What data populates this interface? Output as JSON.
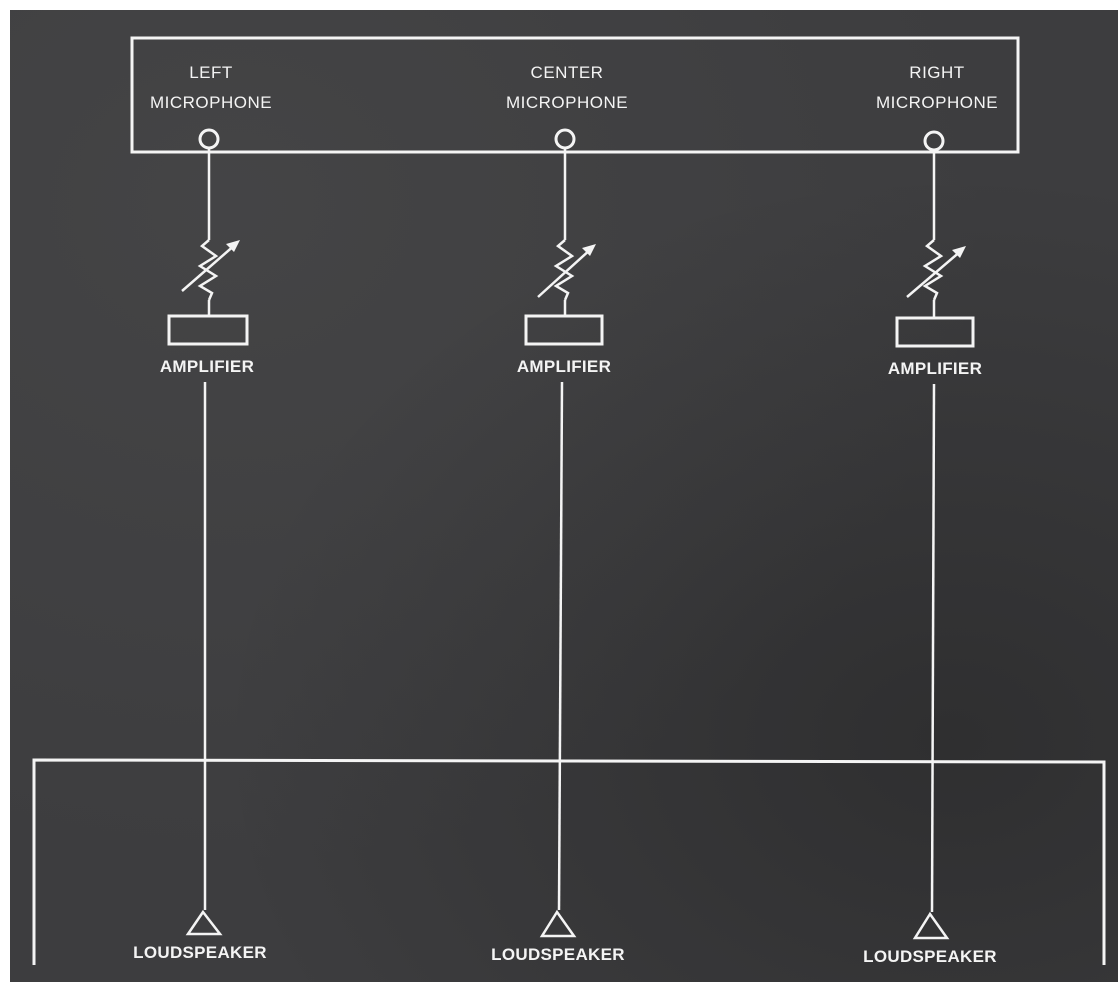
{
  "diagram": {
    "channels": [
      {
        "microphone": [
          "LEFT",
          "MICROPHONE"
        ],
        "amplifier": "AMPLIFIER",
        "loudspeaker": "LOUDSPEAKER"
      },
      {
        "microphone": [
          "CENTER",
          "MICROPHONE"
        ],
        "amplifier": "AMPLIFIER",
        "loudspeaker": "LOUDSPEAKER"
      },
      {
        "microphone": [
          "RIGHT",
          "MICROPHONE"
        ],
        "amplifier": "AMPLIFIER",
        "loudspeaker": "LOUDSPEAKER"
      }
    ],
    "colors": {
      "background": "#3d3d3f",
      "lines": "#f4f4f4"
    }
  }
}
